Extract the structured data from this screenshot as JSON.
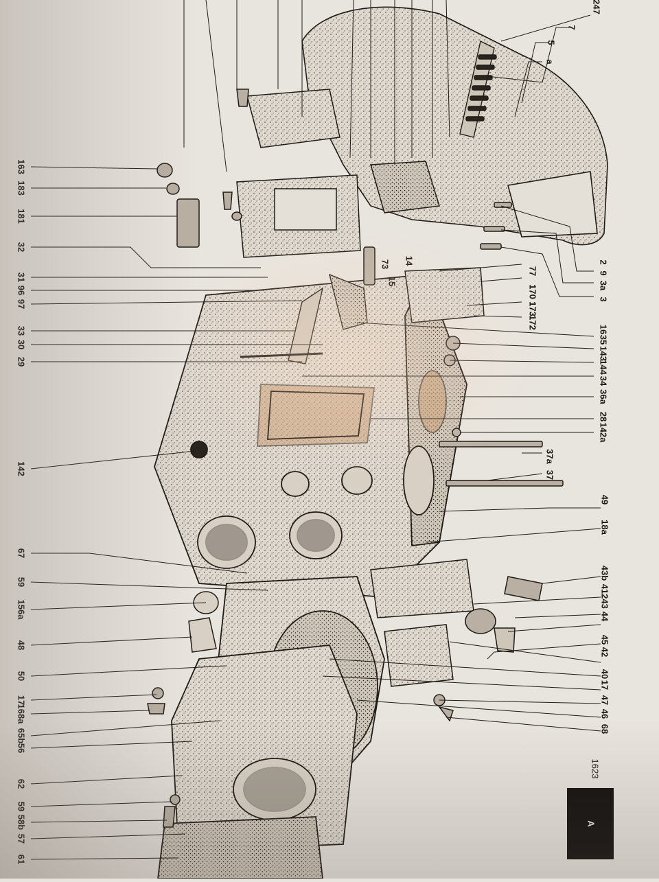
{
  "figure": {
    "plate_letter": "A",
    "plate_number": "1623"
  },
  "callouts_left": [
    "163",
    "183",
    "181",
    "32",
    "31",
    "96",
    "97",
    "33",
    "30",
    "29",
    "142",
    "67",
    "59",
    "156a",
    "48",
    "50",
    "17",
    "168a",
    "65b",
    "56",
    "62",
    "59",
    "58b",
    "57",
    "61"
  ],
  "callouts_right_top": [
    "247",
    "7",
    "5",
    "a"
  ],
  "callouts_right_mid": [
    "2",
    "9",
    "3a",
    "3",
    "77",
    "170",
    "173",
    "172",
    "16",
    "35",
    "143",
    "144",
    "34",
    "36a",
    "28",
    "142a",
    "37a",
    "37",
    "49",
    "18a"
  ],
  "callouts_right_bottom": [
    "43b",
    "41",
    "243",
    "44",
    "45",
    "42",
    "40",
    "17",
    "47",
    "46",
    "68"
  ],
  "callouts_inner": [
    "73",
    "14",
    "15"
  ]
}
